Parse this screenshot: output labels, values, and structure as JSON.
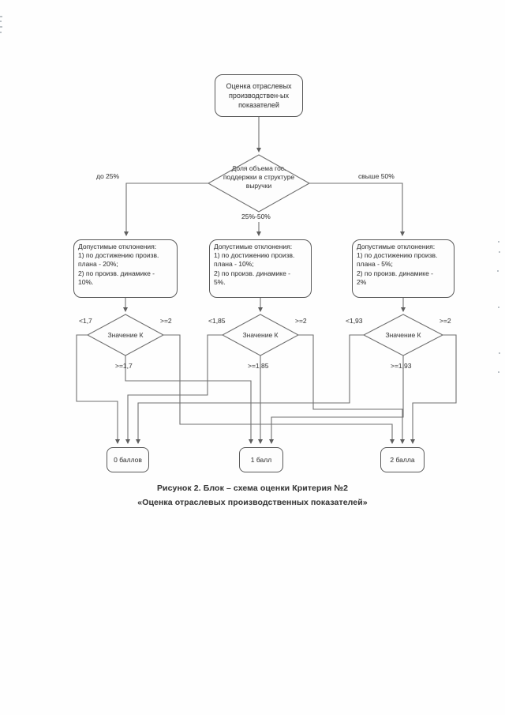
{
  "figure": {
    "caption_line1": "Рисунок 2. Блок – схема оценки Критерия №2",
    "caption_line2": "«Оценка отраслевых производственных показателей»"
  },
  "flowchart": {
    "start_node": "Оценка отраслевых\nпроизводствен-ых\nпоказателей",
    "main_decision": {
      "text": "Доля объема гос.\nподдержки в структуре\nвыручки",
      "branch_left": "до 25%",
      "branch_right": "свыше 50%",
      "branch_middle": "25%-50%"
    },
    "columns": [
      {
        "tolerance": "Допустимые отклонения:\n1) по достижению произв.\nплана - 20%;\n2) по произв. динамике -\n10%.",
        "decision": "Значение К",
        "cond_left": "<1,7",
        "cond_right": ">=2",
        "cond_bottom": ">=1,7"
      },
      {
        "tolerance": "Допустимые отклонения:\n1) по достижению произв.\nплана - 10%;\n2) по произв. динамике -\n5%.",
        "decision": "Значение К",
        "cond_left": "<1,85",
        "cond_right": ">=2",
        "cond_bottom": ">=1,85"
      },
      {
        "tolerance": "Допустимые отклонения:\n1) по достижению произв.\nплана - 5%;\n2) по произв. динамике -\n2%",
        "decision": "Значение К",
        "cond_left": "<1,93",
        "cond_right": ">=2",
        "cond_bottom": ">=1,93"
      }
    ],
    "scores": [
      "0 баллов",
      "1 балл",
      "2 балла"
    ]
  },
  "colors": {
    "line": "#5d5d5d",
    "text": "#4a4a4a"
  }
}
